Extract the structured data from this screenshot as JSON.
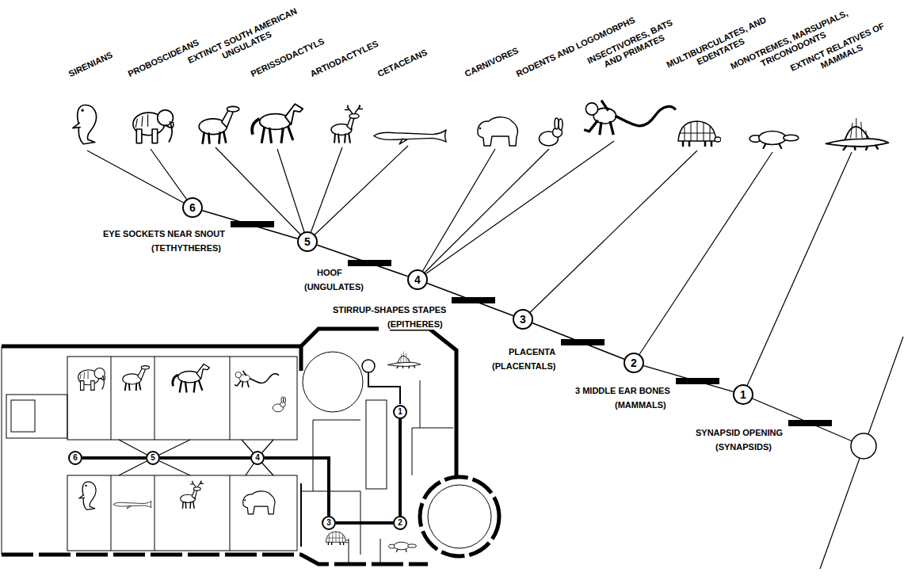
{
  "diagram": {
    "nodes": [
      {
        "text": [
          "1"
        ]
      },
      {
        "text": [
          "2"
        ]
      },
      {
        "text": [
          "3"
        ]
      },
      {
        "text": [
          "4"
        ]
      },
      {
        "text": [
          "5"
        ]
      },
      {
        "text": [
          "6"
        ]
      },
      {
        "text": [
          "1"
        ]
      },
      {
        "text": [
          "2"
        ]
      },
      {
        "text": [
          "3"
        ]
      },
      {
        "text": [
          "4"
        ]
      },
      {
        "text": [
          "5"
        ]
      },
      {
        "text": [
          "6"
        ]
      }
    ],
    "edges": [
      {
        "from": 0,
        "to": 1,
        "arrow": "none"
      },
      {
        "from": 1,
        "to": 2,
        "arrow": "none"
      },
      {
        "from": 2,
        "to": 3,
        "arrow": "none"
      },
      {
        "from": 3,
        "to": 4,
        "arrow": "none"
      },
      {
        "from": 4,
        "to": 5,
        "arrow": "none"
      },
      {
        "from": 6,
        "to": 7,
        "arrow": "none"
      },
      {
        "from": 7,
        "to": 8,
        "arrow": "none"
      },
      {
        "from": 8,
        "to": 9,
        "arrow": "none"
      },
      {
        "from": 9,
        "to": 10,
        "arrow": "none"
      },
      {
        "from": 10,
        "to": 11,
        "arrow": "none"
      }
    ],
    "labels": [
      "SIRENIANS",
      "PROBOSCIDEANS",
      "EXTINCT SOUTH AMERICAN UNGULATES",
      "PERISSODACTYLS",
      "ARTIODACTYLES",
      "CETACEANS",
      "CARNIVORES",
      "RODENTS AND LOGOMORPHS",
      "INSECTIVORES, BATS AND PRIMATES",
      "MULTIBURCULATES, AND EDENTATES",
      "MONOTREMES, MARSUPIALS, TRICONODONTS",
      "EXTINCT RELATIVES OF MAMMALS",
      "EYE SOCKETS NEAR SNOUT",
      "(TETHYTHERES)",
      "HOOF",
      "(UNGULATES)",
      "STIRRUP-SHAPES STAPES",
      "(EPITHERES)",
      "PLACENTA",
      "(PLACENTALS)",
      "3 MIDDLE EAR BONES",
      "(MAMMALS)",
      "SYNAPSID OPENING",
      "(SYNAPSIDS)"
    ]
  }
}
